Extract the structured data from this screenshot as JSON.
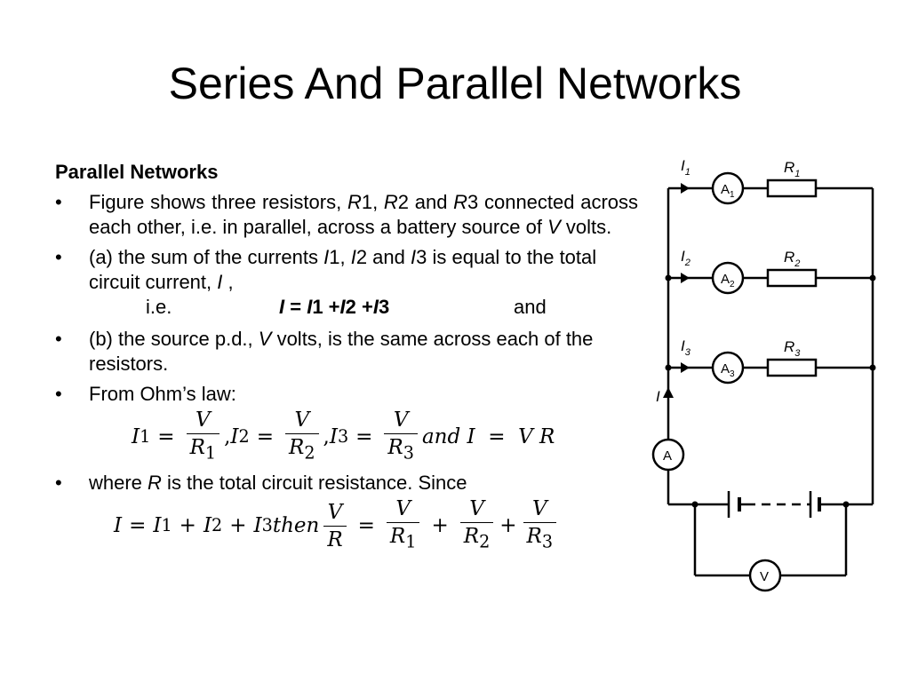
{
  "slide": {
    "title": "Series And Parallel Networks"
  },
  "content": {
    "heading": "Parallel Networks",
    "bullet1": {
      "t1": "Figure shows three resistors, ",
      "r1": "R",
      "n1": "1, ",
      "r2": "R",
      "n2": "2 and ",
      "r3": "R",
      "n3": "3 connected across each other, i.e. in parallel, across a battery source of ",
      "v": "V",
      "t2": " volts."
    },
    "bullet2": {
      "t1": "(a) the sum of the currents ",
      "i1": "I",
      "n1": "1, ",
      "i2": "I",
      "n2": "2 and ",
      "i3": "I",
      "n3": "3 is equal to the total circuit current, ",
      "i": "I",
      "t2": " ,"
    },
    "ie_line": {
      "ie": "i.e.",
      "eq_i": "I",
      "eq_mid1": " = ",
      "eq_i1": "I",
      "eq_mid2": "1 +",
      "eq_i2": "I",
      "eq_mid3": "2 +",
      "eq_i3": "I",
      "eq_end": "3",
      "and": "and"
    },
    "bullet3": {
      "t1": "(b) the source p.d., ",
      "v": "V",
      "t2": " volts, is the same across each of the resistors."
    },
    "bullet4": "From Ohm’s law:",
    "ohm": {
      "i1": "I",
      "s1": "1",
      "eq": "=",
      "num1": "V",
      "den1": "R",
      "ds1": "1",
      "comma1": ",",
      "i2": "I",
      "s2": "2",
      "num2": "V",
      "den2": "R",
      "ds2": "2",
      "comma2": ",",
      "i3": "I",
      "s3": "3",
      "num3": "V",
      "den3": "R",
      "ds3": "3",
      "tail": "and I  =  V R"
    },
    "bullet5": {
      "t1": "where ",
      "r": "R",
      "t2": " is the total circuit resistance. Since"
    },
    "sum": {
      "i": "I",
      "eq": "=",
      "i1": "I",
      "s1": "1",
      "plus": "+",
      "i2": "I",
      "s2": "2",
      "i3": "I",
      "s3": "3",
      "then": "then",
      "numv": "V",
      "denr": "R",
      "num1": "V",
      "den1": "R",
      "ds1": "1",
      "num2": "V",
      "den2": "R",
      "ds2": "2",
      "num3": "V",
      "den3": "R",
      "ds3": "3"
    }
  },
  "diagram": {
    "labels": {
      "i1": "I",
      "i1s": "1",
      "i2": "I",
      "i2s": "2",
      "i3": "I",
      "i3s": "3",
      "i": "I",
      "r1": "R",
      "r1s": "1",
      "r2": "R",
      "r2s": "2",
      "r3": "R",
      "r3s": "3",
      "a1": "A",
      "a1s": "1",
      "a2": "A",
      "a2s": "2",
      "a3": "A",
      "a3s": "3",
      "a": "A",
      "v": "V"
    }
  }
}
